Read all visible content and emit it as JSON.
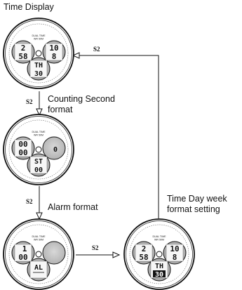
{
  "labels": {
    "time_display": "Time Display",
    "counting_line1": "Counting Second",
    "counting_line2": "format",
    "alarm_format": "Alarm format",
    "week_line1": "Time Day week",
    "week_line2": "format setting"
  },
  "button": "S2",
  "watches": {
    "time": {
      "brand_line1": "DUAL TIME",
      "brand_line2": "WR 50M",
      "left_top": "2",
      "left_bottom": "58",
      "right_top": "10",
      "right_bottom": "8",
      "bottom_top": "TH",
      "bottom_bottom": "30"
    },
    "counting": {
      "brand_line1": "DUAL TIME",
      "brand_line2": "WR 50M",
      "left_top": "00",
      "left_bottom": "00",
      "right_top": "0",
      "bottom_top": "ST",
      "bottom_bottom": "00"
    },
    "alarm": {
      "brand_line1": "DUAL TIME",
      "brand_line2": "WR 50M",
      "left_top": "1",
      "left_bottom": "00",
      "bottom_top": "AL"
    },
    "week": {
      "brand_line1": "DUAL TIME",
      "brand_line2": "WR 50M",
      "left_top": "2",
      "left_bottom": "58",
      "right_top": "10",
      "right_bottom": "8",
      "bottom_top": "TH",
      "bottom_bottom": "30"
    }
  }
}
